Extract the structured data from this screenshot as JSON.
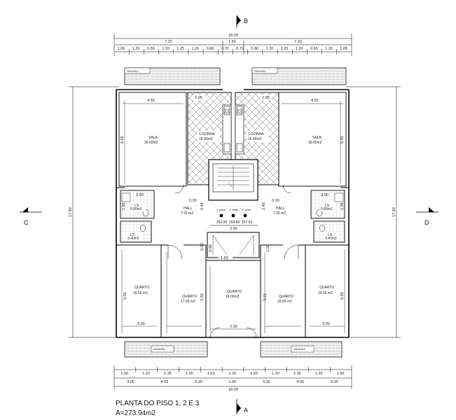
{
  "sections": {
    "top": "B",
    "bottom": "A",
    "left": "C",
    "right": "D"
  },
  "top_dims": {
    "total": "18.00",
    "halves": [
      "7.20",
      "1.60",
      "7.20"
    ],
    "detail": [
      "1.05",
      "1.20",
      "0.50",
      "1.20",
      "1.25",
      "1.20",
      "0.80",
      "0.70",
      "0.70",
      "0.80",
      "1.20",
      "1.25",
      "1.20",
      "0.50",
      "1.20",
      "1.05"
    ]
  },
  "bottom_dims": {
    "row1": [
      "1.50",
      "1.20",
      "1.35",
      "1.20",
      "1.63",
      "1.20",
      "1.63",
      "1.20",
      "1.35",
      "1.20",
      "1.50"
    ],
    "row2": [
      "3.05",
      "4.05",
      "0.30",
      "1.80",
      "0.30",
      "4.05",
      "3.05"
    ],
    "total": "18.00"
  },
  "side_dims": {
    "left": "17.00",
    "right": "17.00"
  },
  "rooms": {
    "sala_left": {
      "name": "SALA",
      "area": "30.60m2",
      "w": "4.55",
      "h": "6.60"
    },
    "sala_right": {
      "name": "SALA",
      "area": "30.60m2",
      "w": "4.55",
      "h": "6.60"
    },
    "cozinha_left": {
      "name": "COZINHA",
      "area": "16.40m2",
      "w": "2.95"
    },
    "cozinha_right": {
      "name": "COZINHA",
      "area": "16.40m2",
      "w": "2.95"
    },
    "hall_left": {
      "name": "HALL",
      "area": "7.35 m2"
    },
    "hall_right": {
      "name": "HALL",
      "area": "7.35 m2"
    },
    "ws_left": {
      "name": "I.S",
      "area": "5.80m2"
    },
    "ws_right": {
      "name": "I.S",
      "area": "5.80m2"
    },
    "is_small_left": {
      "name": "I.S",
      "area": "3.40m2"
    },
    "is_small_right": {
      "name": "I.S",
      "area": "3.40m2"
    },
    "quarto1": {
      "name": "QUARTO",
      "area": "16.55 m2",
      "h": "5.05",
      "w": "3.00"
    },
    "quarto2": {
      "name": "QUARTO",
      "area": "17.65 m2",
      "h": "3.55"
    },
    "quarto3": {
      "name": "QUARTO",
      "area": "18.00m2",
      "w": "2.95"
    },
    "quarto4": {
      "name": "QUARTO",
      "area": "15.60 m2",
      "h": "3.55"
    },
    "quarto5": {
      "name": "QUARTO",
      "area": "16.55 m2",
      "h": "5.05",
      "w": "3.00"
    }
  },
  "stair": {
    "labels": [
      "1° andar",
      "2° andar",
      "3° andar"
    ],
    "levels": [
      "252.00",
      "254.80",
      "257.60"
    ],
    "width": "2.90",
    "landing": "1.60"
  },
  "misc_dims": [
    "3.00",
    "3.00",
    "1.95",
    "1.95",
    "0.20",
    "0.20",
    "2.45",
    "2.45",
    "0.60",
    "0.90",
    "1.00"
  ],
  "balconies": [
    "VARANDA",
    "VARANDA",
    "VARANDA",
    "VARANDA"
  ],
  "caption": {
    "title": "PLANTA DO PISO 1, 2  E 3",
    "area": "A=273.94m2"
  }
}
